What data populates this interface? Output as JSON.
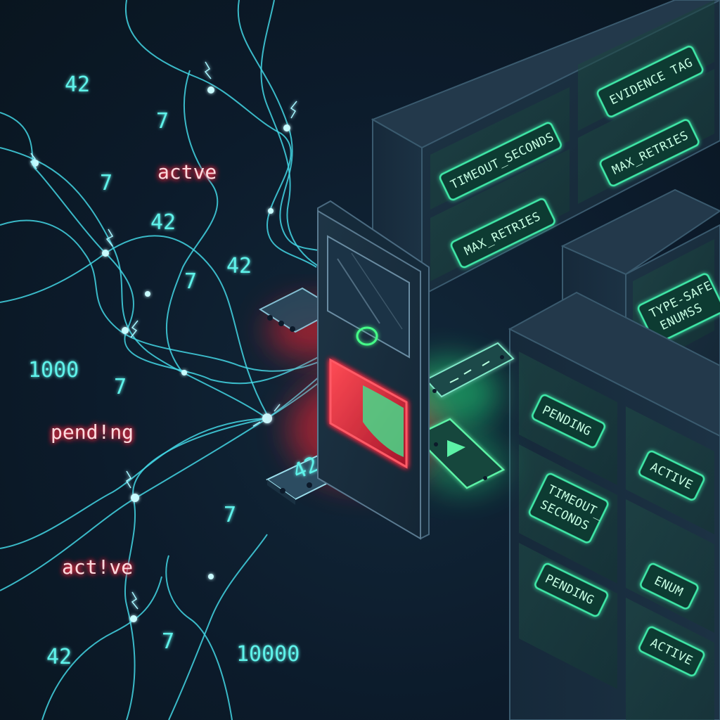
{
  "scattered_values": {
    "v1": "42",
    "v2": "7",
    "v3": "7",
    "v4": "42",
    "v5": "42",
    "v6": "7",
    "v7": "1000",
    "v8": "7",
    "v9": "7",
    "v10": "42",
    "v11": "7",
    "v12": "10000"
  },
  "malformed_strings": {
    "s1": "actve",
    "s2": "pend!ng",
    "s3": "act!ve"
  },
  "conveyor_labels": {
    "input_value": "42"
  },
  "upper_cabinet": {
    "tag_1": "EVIDENCE TAG",
    "tag_2": "TIMEOUT_SECONDS",
    "tag_3": "MAX_RETRIES",
    "tag_4": "MAX_RETRIES"
  },
  "middle_cabinet": {
    "tag_line_1": "TYPE-SAFE",
    "tag_line_2": "ENUMSS"
  },
  "lower_cabinet": {
    "tag_1": "PENDING",
    "tag_2": "ACTIVE",
    "tag_3_line_1": "TIMEOUT_",
    "tag_3_line_2": "SECONDS",
    "tag_4": "PENDING",
    "tag_5": "ENUM",
    "tag_6": "ACTIVE"
  },
  "colors": {
    "background": "#0c1a2a",
    "wire": "#43d6e4",
    "error_red": "#ff3b4e",
    "enum_green": "#3fe8a8"
  }
}
